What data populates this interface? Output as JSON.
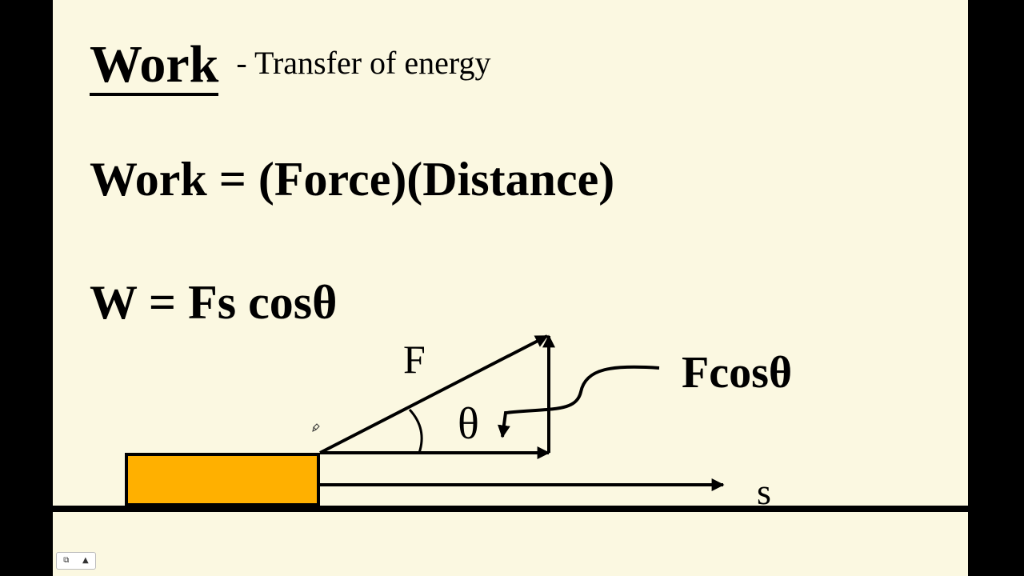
{
  "slide": {
    "title": "Work",
    "subtitle": "- Transfer of energy",
    "equation_words": "Work = (Force)(Distance)",
    "equation_symbols": "W = Fs cosθ"
  },
  "diagram": {
    "force_label": "F",
    "angle_label": "θ",
    "component_label": "Fcosθ",
    "displacement_label": "s",
    "colors": {
      "block_fill": "#ffb000",
      "slide_background": "#fbf8e1",
      "ink": "#000000"
    }
  },
  "controls": {
    "slides_icon": "⧉",
    "up_icon": "▲"
  }
}
